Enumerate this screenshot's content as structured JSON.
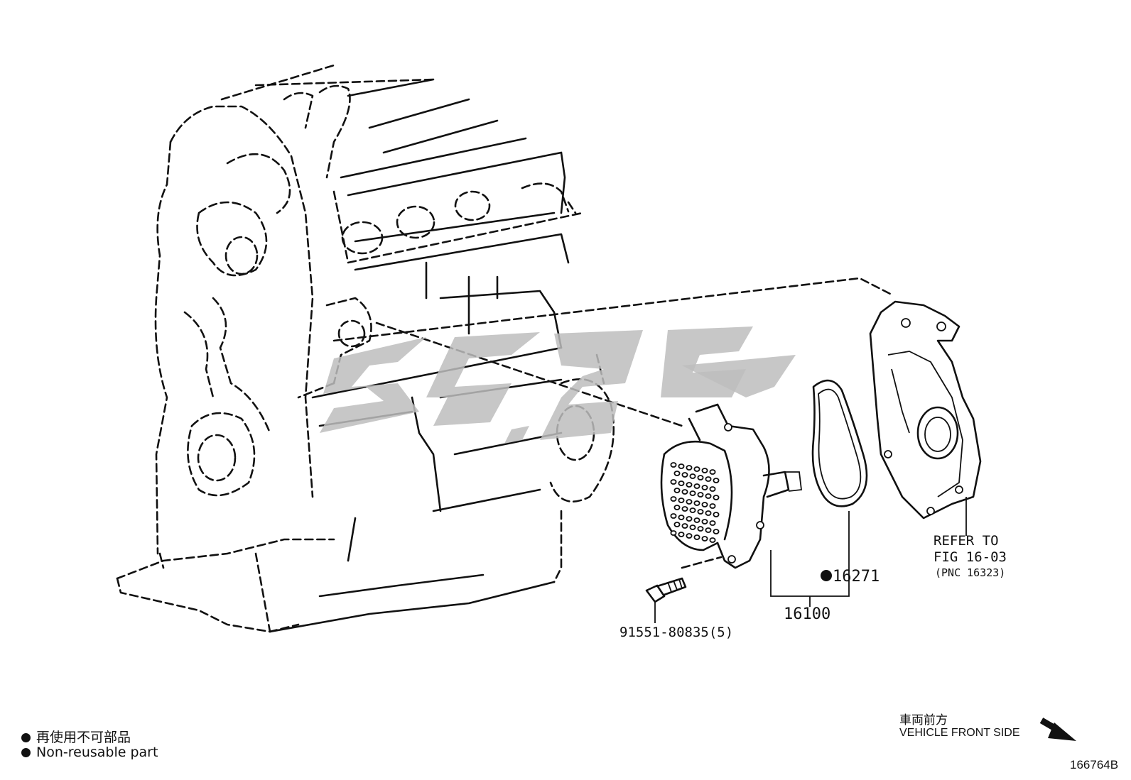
{
  "parts": {
    "bolt": "91551-80835(5)",
    "pump_assy": "16100",
    "gasket": "16271",
    "refer_line1": "REFER TO",
    "refer_line2": "FIG 16-03",
    "refer_line3": "(PNC 16323)"
  },
  "legend": {
    "jp": "再使用不可部品",
    "en": "Non-reusable part"
  },
  "orientation": {
    "jp": "車両前方",
    "en": "VEHICLE FRONT SIDE",
    "arrow": "front-arrow-icon"
  },
  "figure_id": "166764B",
  "colors": {
    "line": "#111111",
    "watermark": "#bdbdbd"
  }
}
